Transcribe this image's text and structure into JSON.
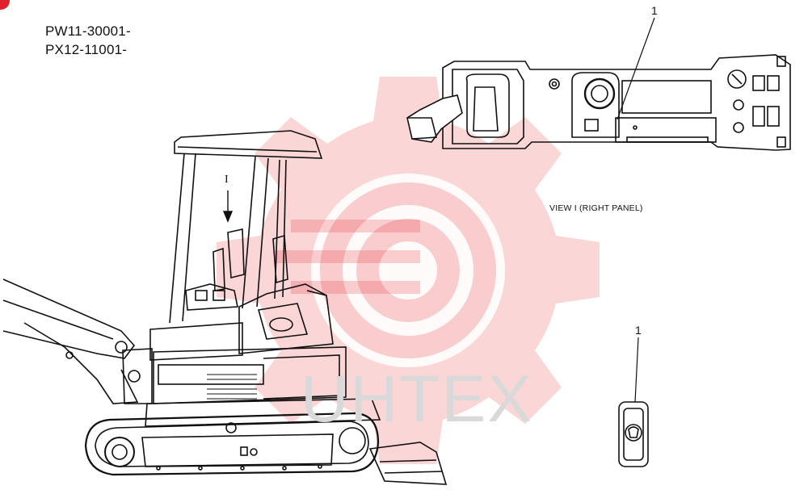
{
  "serial_ranges": [
    "PW11-30001-",
    "PX12-11001-"
  ],
  "view_marker": "I",
  "view_caption": "VIEW  I (RIGHT PANEL)",
  "callouts": {
    "top": "1",
    "bottom": "1"
  },
  "watermark": {
    "text": "UHTEX",
    "color": "#e8434a"
  },
  "colors": {
    "line": "#111111",
    "marker": "#e0202a"
  }
}
